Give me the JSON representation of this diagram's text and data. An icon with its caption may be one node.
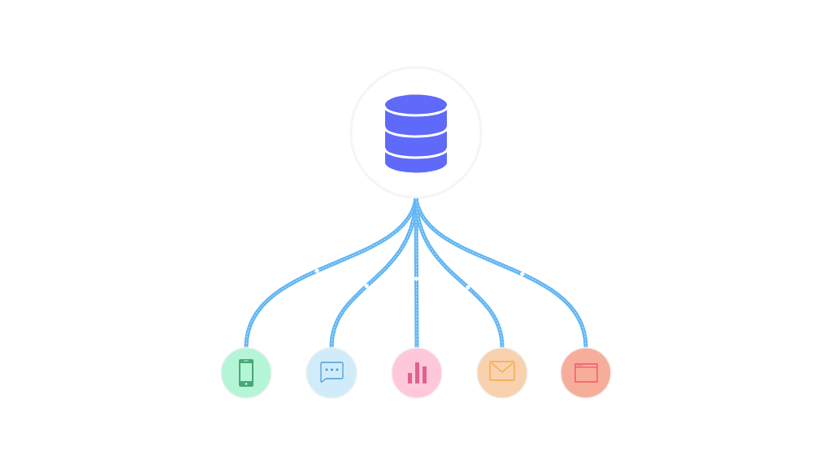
{
  "diagram": {
    "nodes": [
      {
        "text": [],
        "shape": "circle"
      },
      {
        "text": [],
        "shape": "circle"
      },
      {
        "text": [],
        "shape": "circle"
      },
      {
        "text": [],
        "shape": "circle"
      },
      {
        "text": [],
        "shape": "circle"
      },
      {
        "text": [],
        "shape": "circle"
      }
    ],
    "edges": [
      {
        "from": 0,
        "to": 1,
        "arrow": "none"
      },
      {
        "from": 0,
        "to": 2,
        "arrow": "none"
      },
      {
        "from": 0,
        "to": 3,
        "arrow": "none"
      },
      {
        "from": 0,
        "to": 4,
        "arrow": "none"
      },
      {
        "from": 0,
        "to": 5,
        "arrow": "none"
      }
    ]
  }
}
